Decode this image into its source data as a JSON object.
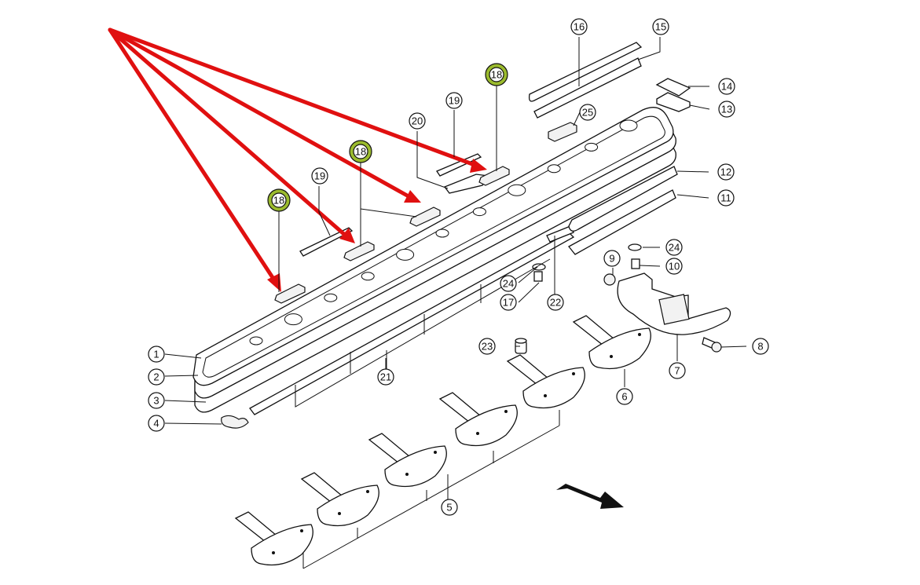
{
  "diagram": {
    "type": "exploded-parts-diagram",
    "subject": "mower cutter bar assembly",
    "highlight_color": "#9bbb2e",
    "annotation_color": "#e01010",
    "callouts": [
      {
        "id": "c1",
        "label": "1"
      },
      {
        "id": "c2",
        "label": "2"
      },
      {
        "id": "c3",
        "label": "3"
      },
      {
        "id": "c4",
        "label": "4"
      },
      {
        "id": "c5",
        "label": "5"
      },
      {
        "id": "c6",
        "label": "6"
      },
      {
        "id": "c7",
        "label": "7"
      },
      {
        "id": "c8",
        "label": "8"
      },
      {
        "id": "c9",
        "label": "9"
      },
      {
        "id": "c10",
        "label": "10"
      },
      {
        "id": "c11",
        "label": "11"
      },
      {
        "id": "c12",
        "label": "12"
      },
      {
        "id": "c13",
        "label": "13"
      },
      {
        "id": "c14",
        "label": "14"
      },
      {
        "id": "c15",
        "label": "15"
      },
      {
        "id": "c16",
        "label": "16"
      },
      {
        "id": "c17",
        "label": "17"
      },
      {
        "id": "c18a",
        "label": "18",
        "highlighted": true
      },
      {
        "id": "c18b",
        "label": "18",
        "highlighted": true
      },
      {
        "id": "c18c",
        "label": "18",
        "highlighted": true
      },
      {
        "id": "c19a",
        "label": "19"
      },
      {
        "id": "c19b",
        "label": "19"
      },
      {
        "id": "c20",
        "label": "20"
      },
      {
        "id": "c21",
        "label": "21"
      },
      {
        "id": "c22",
        "label": "22"
      },
      {
        "id": "c23",
        "label": "23"
      },
      {
        "id": "c24a",
        "label": "24"
      },
      {
        "id": "c24b",
        "label": "24"
      },
      {
        "id": "c25",
        "label": "25"
      }
    ],
    "annotation": {
      "description": "Four red arrows from a common origin pointing to the four part-18 brackets",
      "count": 4
    },
    "direction_arrow": "travel direction"
  }
}
